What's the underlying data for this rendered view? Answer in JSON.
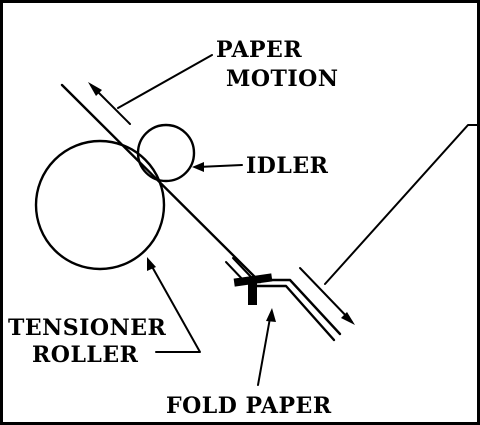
{
  "labels": {
    "paper_motion_line1": "PAPER",
    "paper_motion_line2": "MOTION",
    "idler": "IDLER",
    "tensioner_line1": "TENSIONER",
    "tensioner_line2": "ROLLER",
    "fold_paper": "FOLD PAPER"
  },
  "colors": {
    "ink": "#000000",
    "background": "#ffffff"
  }
}
